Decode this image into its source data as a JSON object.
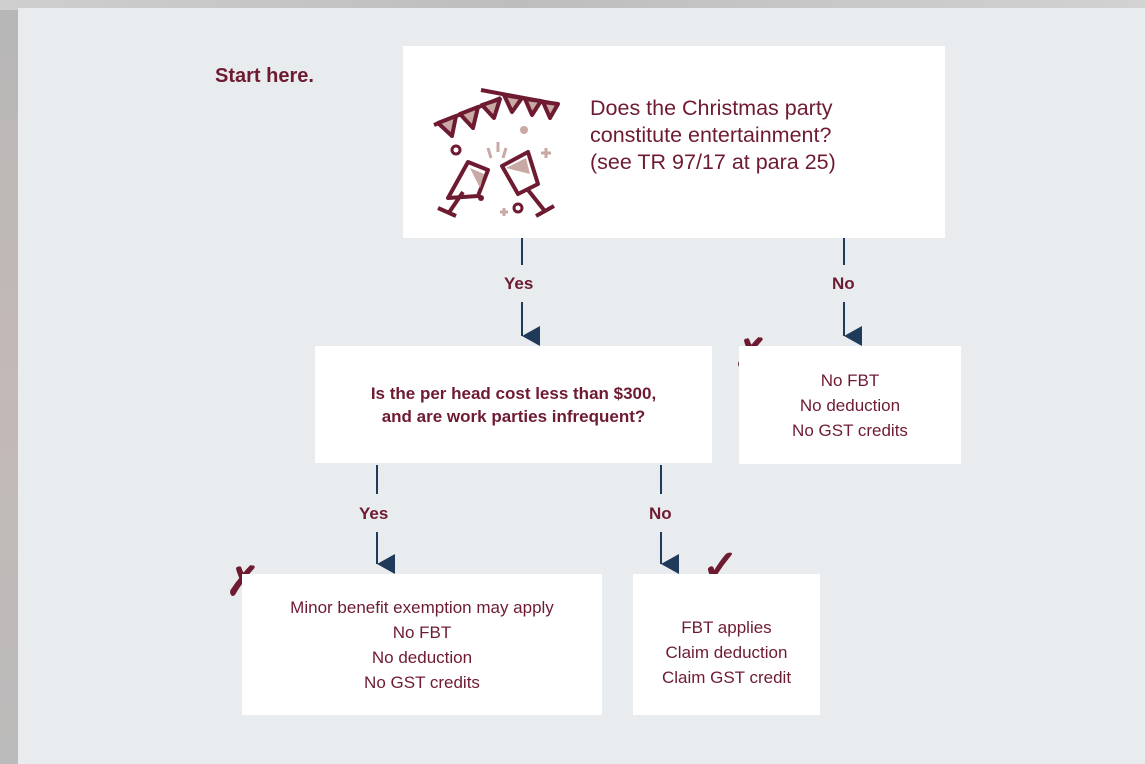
{
  "start_label": "Start here.",
  "question1": {
    "lines": [
      "Does the Christmas party",
      "constitute entertainment?",
      "(see TR 97/17 at para 25)"
    ]
  },
  "question2": {
    "lines": [
      "Is the per head cost less than $300,",
      "and are work parties infrequent?"
    ]
  },
  "branch_labels": {
    "q1_yes": "Yes",
    "q1_no": "No",
    "q2_yes": "Yes",
    "q2_no": "No"
  },
  "outcomes": {
    "q1_no": [
      "No FBT",
      "No deduction",
      "No GST credits"
    ],
    "q2_yes": [
      "Minor benefit exemption may apply",
      "No FBT",
      "No deduction",
      "No GST credits"
    ],
    "q2_no": [
      "FBT applies",
      "Claim deduction",
      "Claim GST credit"
    ]
  },
  "marks": {
    "q1_no": "✗",
    "q2_yes": "✗",
    "q2_no": "✓"
  },
  "icons": [
    "party-glasses-bunting-icon"
  ],
  "colors": {
    "accent": "#6e1b31",
    "arrow": "#1f3a5a",
    "background": "#e9ecef",
    "box": "#ffffff"
  }
}
